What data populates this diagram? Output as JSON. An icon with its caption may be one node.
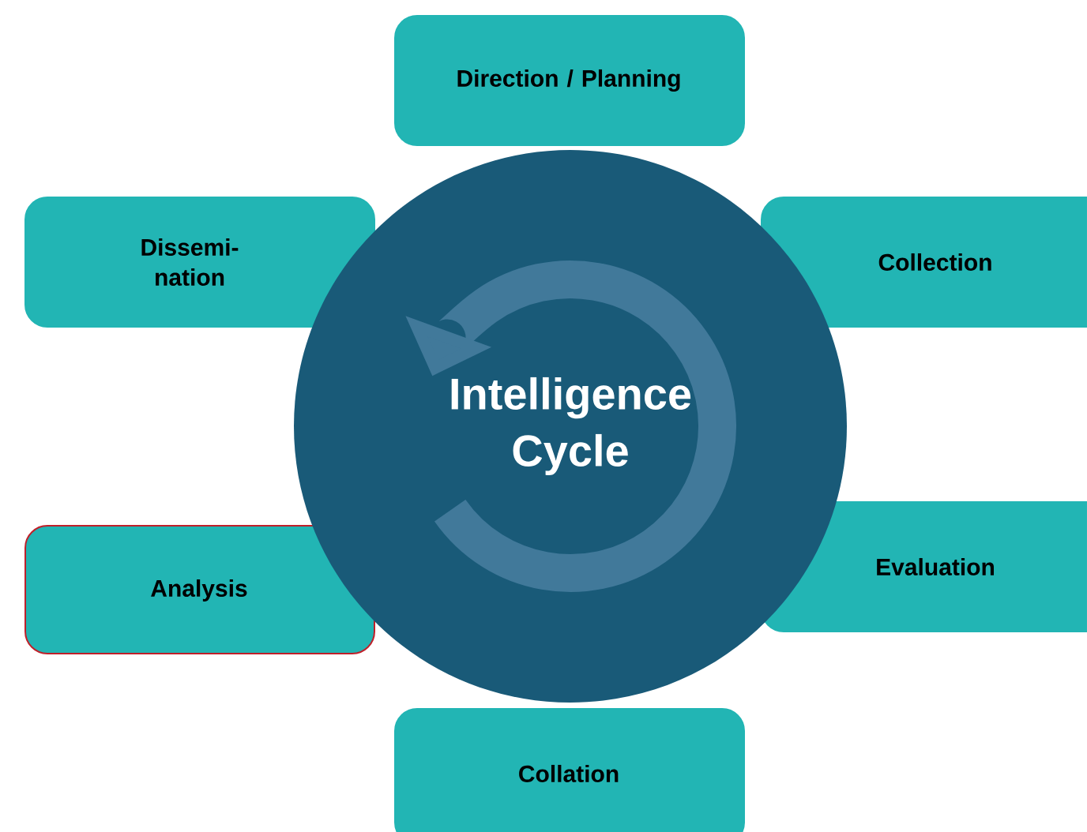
{
  "diagram": {
    "nodes": [
      {
        "text": [
          "Direction / Planning"
        ]
      },
      {
        "text": [
          "Dissemi- nation"
        ]
      },
      {
        "text": [
          "Collection"
        ]
      },
      {
        "text": [
          "Intelligence Cycle"
        ]
      },
      {
        "text": [
          "Analysis"
        ]
      },
      {
        "text": [
          "Evaluation"
        ]
      },
      {
        "text": [
          "Collation"
        ]
      }
    ]
  }
}
